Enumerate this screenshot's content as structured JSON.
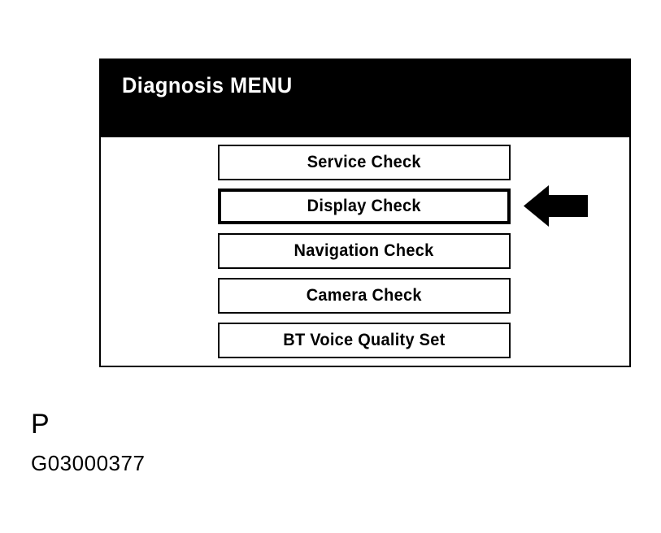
{
  "page": {
    "background_color": "#ffffff",
    "foreground_color": "#000000"
  },
  "screen": {
    "header": {
      "title": "Diagnosis MENU",
      "background_color": "#000000",
      "text_color": "#ffffff"
    },
    "menu": {
      "items": [
        {
          "label": "Service Check",
          "selected": false
        },
        {
          "label": "Display Check",
          "selected": true
        },
        {
          "label": "Navigation Check",
          "selected": false
        },
        {
          "label": "Camera Check",
          "selected": false
        },
        {
          "label": "BT Voice Quality Set",
          "selected": false
        }
      ]
    }
  },
  "annotation": {
    "arrow": {
      "icon": "arrow-left-icon",
      "direction": "left",
      "color": "#000000",
      "points_to": "Display Check"
    }
  },
  "caption": {
    "letter": "P",
    "code": "G03000377"
  }
}
